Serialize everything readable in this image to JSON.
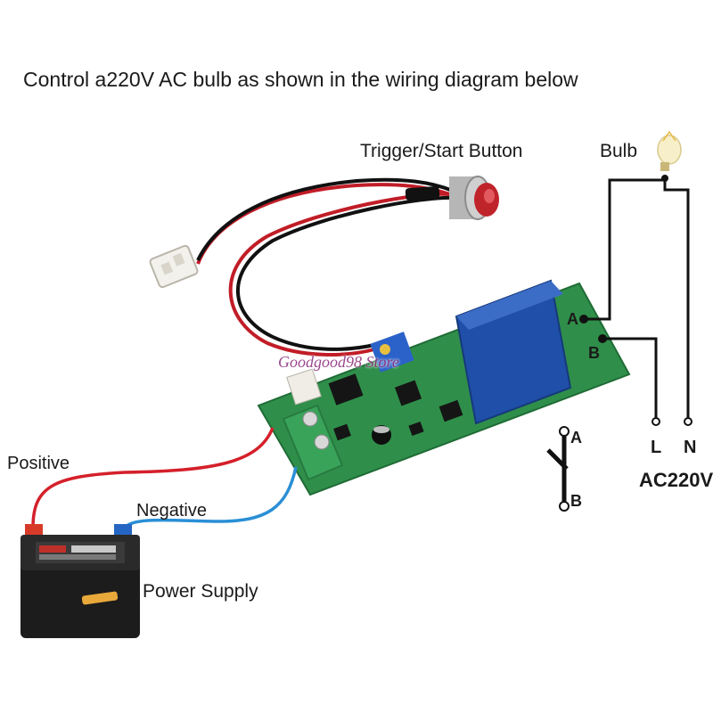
{
  "title": "Control a220V AC bulb as shown in the wiring diagram below",
  "labels": {
    "trigger_button": "Trigger/Start Button",
    "bulb": "Bulb",
    "positive": "Positive",
    "negative": "Negative",
    "power_supply": "Power Supply",
    "relay_terminal_a": "A",
    "relay_terminal_b": "B",
    "switch_terminal_a": "A",
    "switch_terminal_b": "B",
    "line": "L",
    "neutral": "N",
    "ac_voltage": "AC220V"
  },
  "watermark": "Goodgood98 Store",
  "colors": {
    "pcb_green": "#2f8f4a",
    "relay_blue": "#1f4fa8",
    "wire_red": "#d4202a",
    "wire_blue": "#2a8fd6",
    "wire_black": "#111111",
    "button_red": "#c0242b",
    "battery_body": "#1c1c1c"
  },
  "icons": [
    "bulb-icon",
    "push-button-icon",
    "relay-board-icon",
    "battery-icon",
    "switch-symbol-icon"
  ]
}
